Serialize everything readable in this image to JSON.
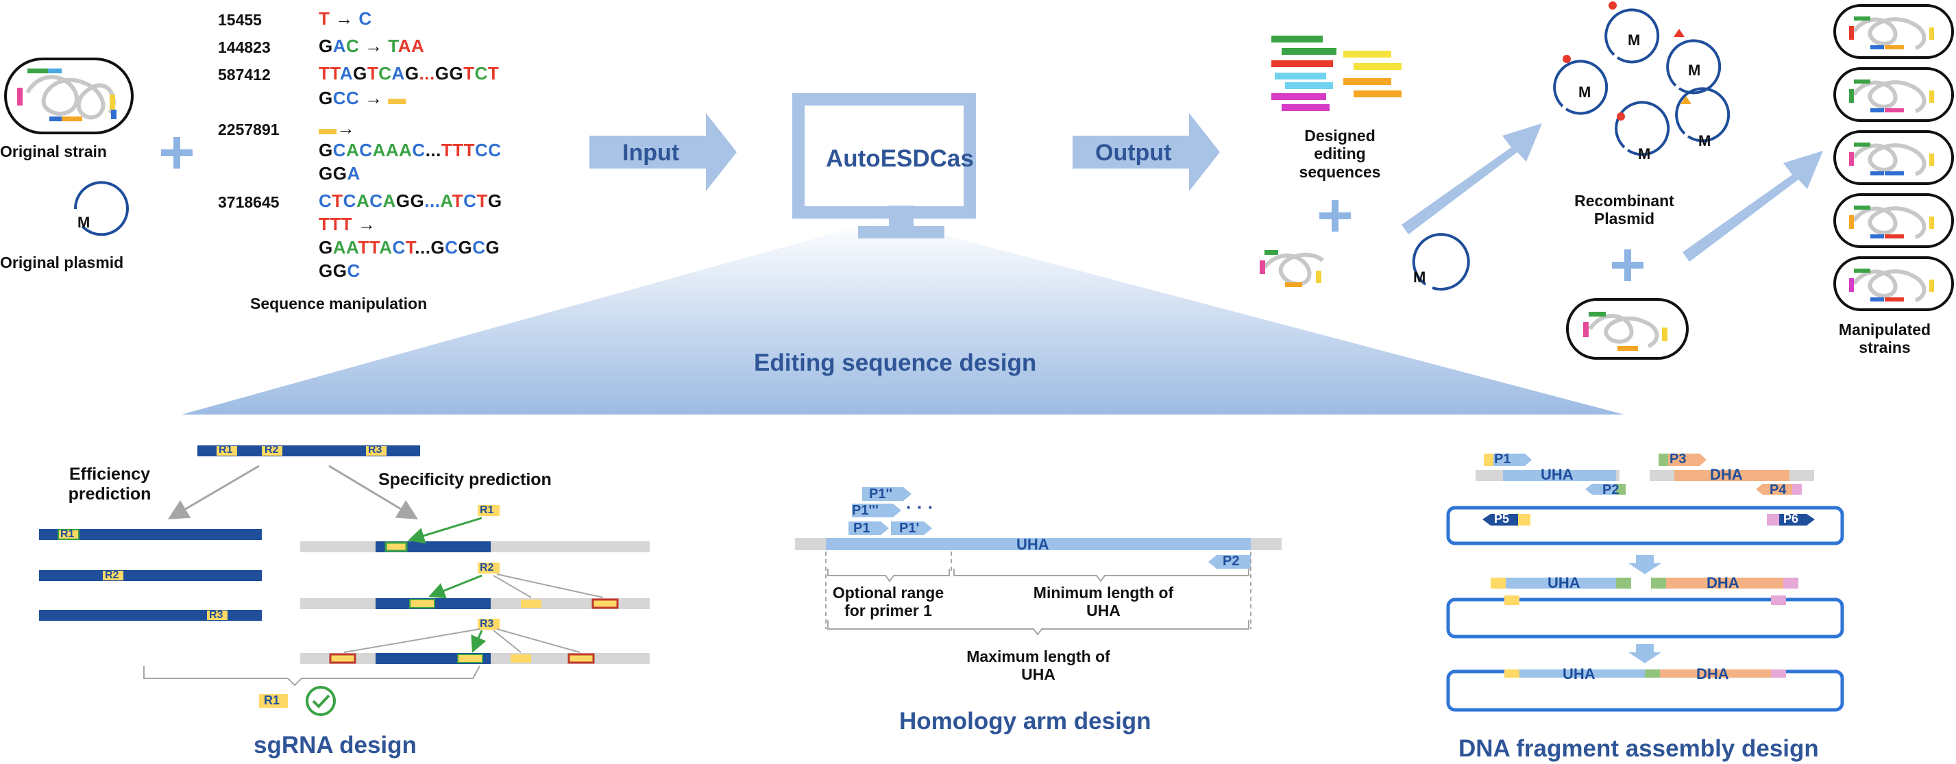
{
  "colors": {
    "arrow_blue": "#a9c3e6",
    "panel_blue": "#8eb4e3",
    "dark_blue": "#1f4e9b",
    "mid_blue": "#2e75d6",
    "title_blue": "#2f5597",
    "light_blue_frag": "#9cc2ea",
    "gray_dna": "#d6d6d6",
    "yellow": "#ffd966",
    "orange": "#f4b183",
    "green": "#93c47d",
    "pink": "#e6a8d7",
    "red_nt": "#e8392b",
    "green_nt": "#3aa345",
    "blue_nt": "#2f6fd1"
  },
  "strain": {
    "original_label": "Original strain",
    "plasmid_label": "Original plasmid",
    "plasmid_mark": "M"
  },
  "manipulation": {
    "title": "Sequence manipulation",
    "positions": [
      "15455",
      "144823",
      "587412",
      "2257891",
      "3718645"
    ],
    "arrow": "→"
  },
  "flow": {
    "input_label": "Input",
    "output_label": "Output",
    "software_name": "AutoESDCas",
    "editing_design_title": "Editing sequence design"
  },
  "output": {
    "designed_label": "Designed editing sequences",
    "designed_lines": [
      "Designed",
      "editing",
      "sequences"
    ],
    "recombinant_lines": [
      "Recombinant",
      "Plasmid"
    ],
    "manipulated_lines": [
      "Manipulated",
      "strains"
    ],
    "plasmid_mark": "M"
  },
  "sgrna": {
    "title": "sgRNA design",
    "efficiency_lines": [
      "Efficiency",
      "prediction"
    ],
    "specificity_label": "Specificity prediction",
    "regions": [
      "R1",
      "R2",
      "R3"
    ],
    "selected": "R1",
    "check_icon": "check-circle-icon"
  },
  "homology": {
    "title": "Homology arm design",
    "primers": [
      "P1''",
      "P1'''",
      "P1",
      "P1'",
      "P2"
    ],
    "ellipsis": "· · ·",
    "arm_label": "UHA",
    "optional_lines": [
      "Optional range",
      "for primer 1"
    ],
    "minimum_lines": [
      "Minimum length of",
      "UHA"
    ],
    "maximum_lines": [
      "Maximum length of",
      "UHA"
    ]
  },
  "assembly": {
    "title": "DNA fragment assembly design",
    "primers": [
      "P1",
      "P2",
      "P3",
      "P4",
      "P5",
      "P6"
    ],
    "uha": "UHA",
    "dha": "DHA"
  }
}
